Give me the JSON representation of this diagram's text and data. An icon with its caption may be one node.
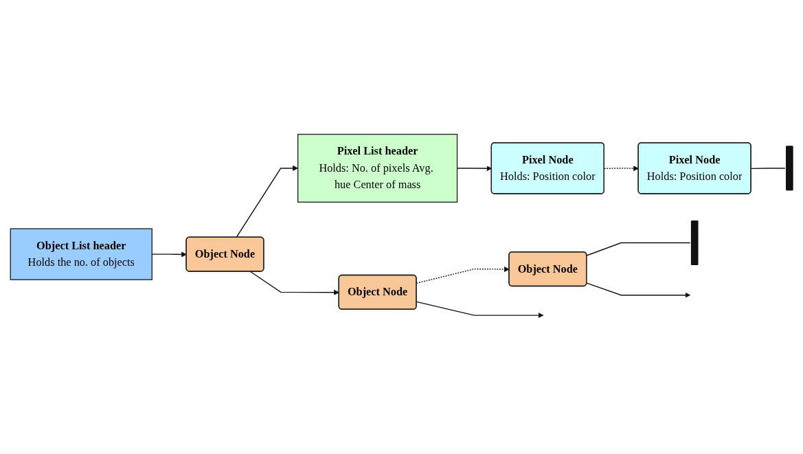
{
  "diagram": {
    "nodes": [
      {
        "text": [
          "Object List header",
          "Holds the no. of objects"
        ]
      },
      {
        "text": [
          "Object Node"
        ]
      },
      {
        "text": [
          "Pixel List header",
          "Holds: No. of pixels Avg. hue Center of mass"
        ]
      },
      {
        "text": [
          "Pixel Node",
          "Holds: Position color"
        ]
      },
      {
        "text": [
          "Pixel Node",
          "Holds: Position color"
        ]
      },
      {
        "text": [],
        "shape": "bar"
      },
      {
        "text": [
          "Object Node"
        ]
      },
      {
        "text": [
          "Object Node"
        ]
      },
      {
        "text": [],
        "shape": "bar"
      }
    ],
    "edges": [
      {
        "from": 0,
        "to": 1,
        "arrow": "to"
      },
      {
        "from": 1,
        "to": 2,
        "arrow": "to"
      },
      {
        "from": 2,
        "to": 3,
        "arrow": "to"
      },
      {
        "from": 3,
        "to": 4,
        "arrow": "to",
        "style": "dashed"
      },
      {
        "from": 4,
        "to": 5,
        "arrow": "none"
      },
      {
        "from": 1,
        "to": 6,
        "arrow": "to"
      },
      {
        "from": 6,
        "to": null,
        "arrow": "to"
      },
      {
        "from": 6,
        "to": 7,
        "arrow": "to",
        "style": "dashed"
      },
      {
        "from": 7,
        "to": null,
        "arrow": "to"
      },
      {
        "from": 7,
        "to": 8,
        "arrow": "none"
      }
    ]
  }
}
